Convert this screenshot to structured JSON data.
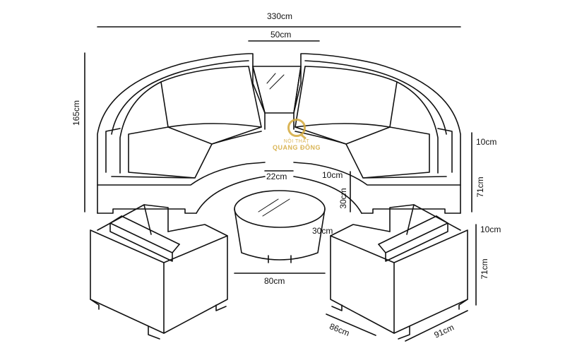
{
  "dimensions": {
    "total_width": "330cm",
    "gap_width": "50cm",
    "sofa_depth": "165cm",
    "arm_height_right": "10cm",
    "seat_height_right": "71cm",
    "small_gap": "22cm",
    "table_top": "10cm",
    "table_height": "30cm",
    "table_side": "30cm",
    "table_diameter": "80cm",
    "chair_arm": "10cm",
    "chair_height": "71cm",
    "chair_depth": "86cm",
    "chair_width": "91cm"
  },
  "logo": {
    "line1": "NỘI THẤT",
    "line2": "QUANG ĐÔNG"
  },
  "colors": {
    "line": "#111111",
    "logo": "#d4a93a"
  }
}
